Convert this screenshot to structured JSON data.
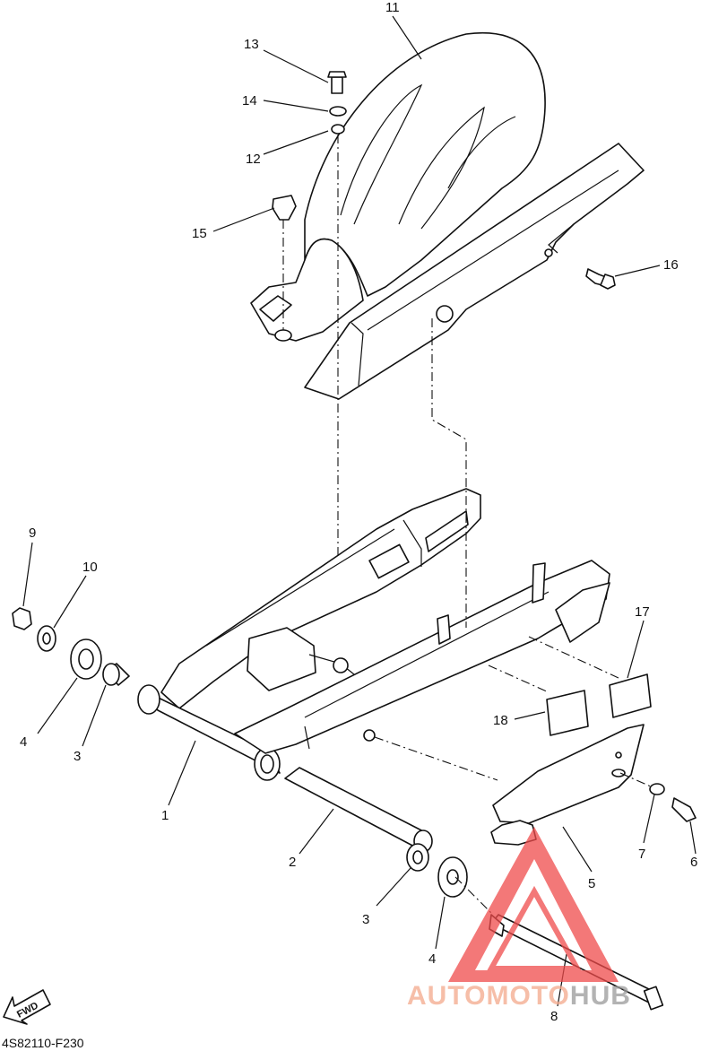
{
  "diagram_code": "4S82110-F230",
  "fwd_label": "FWD",
  "watermark": {
    "part_a": "AUTOMOTO",
    "part_b": "HUB",
    "color_a": "#f4a98c",
    "color_b": "#9a9a9a",
    "logo_color": "#ef4b4b"
  },
  "callouts": {
    "c1": "1",
    "c2": "2",
    "c3a": "3",
    "c3b": "3",
    "c4a": "4",
    "c4b": "4",
    "c5": "5",
    "c6": "6",
    "c7": "7",
    "c8": "8",
    "c9": "9",
    "c10": "10",
    "c11": "11",
    "c12": "12",
    "c13": "13",
    "c14": "14",
    "c15": "15",
    "c16": "16",
    "c17": "17",
    "c18": "18"
  }
}
